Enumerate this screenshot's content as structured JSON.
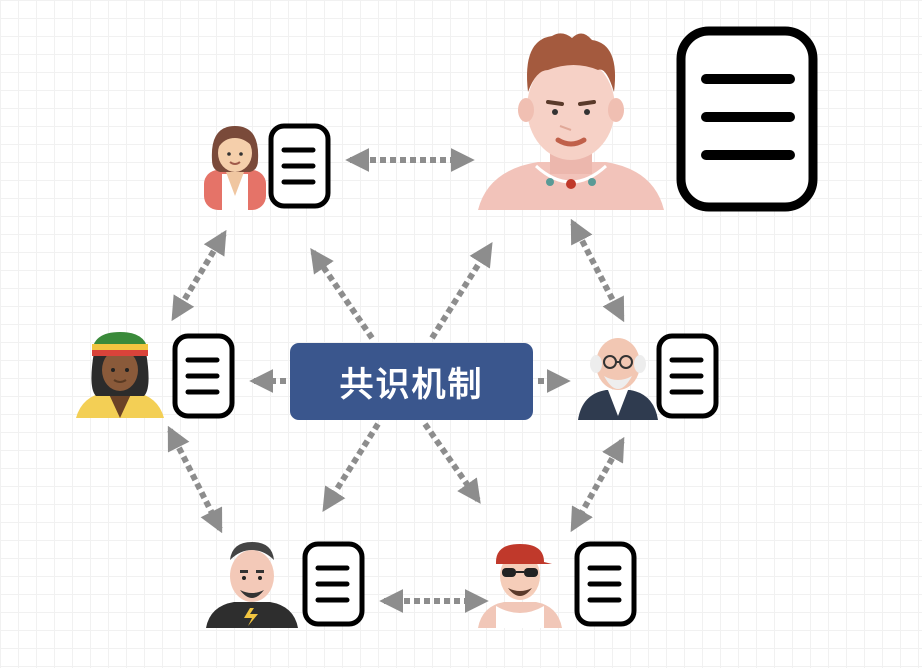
{
  "center_label": "共识机制",
  "colors": {
    "center_box": "#3a568d",
    "center_text": "#ffffff",
    "arrow": "#8d8d8d",
    "document": "#000000"
  },
  "nodes": [
    {
      "id": "woman",
      "avatar": "woman-avatar-icon",
      "document": "ledger-document-icon"
    },
    {
      "id": "young-man",
      "avatar": "young-man-avatar-icon",
      "document": "ledger-document-icon"
    },
    {
      "id": "rasta-man",
      "avatar": "rasta-man-avatar-icon",
      "document": "ledger-document-icon"
    },
    {
      "id": "old-man",
      "avatar": "old-man-avatar-icon",
      "document": "ledger-document-icon"
    },
    {
      "id": "bald-man",
      "avatar": "bald-man-avatar-icon",
      "document": "ledger-document-icon"
    },
    {
      "id": "cap-man",
      "avatar": "cap-man-avatar-icon",
      "document": "ledger-document-icon"
    }
  ]
}
